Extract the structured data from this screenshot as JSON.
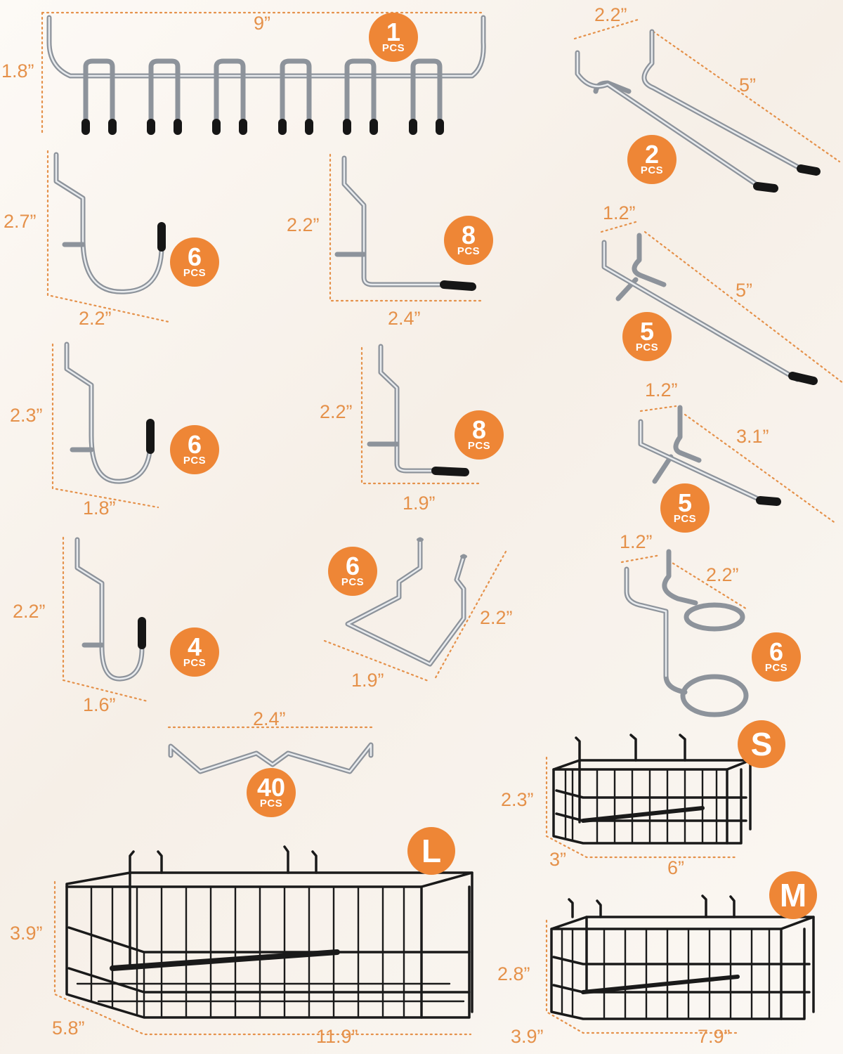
{
  "items": [
    {
      "id": "rack",
      "qty": "1",
      "unit": "PCS",
      "dims": [
        "9”",
        "1.8”"
      ]
    },
    {
      "id": "double-hook-long",
      "qty": "2",
      "unit": "PCS",
      "dims": [
        "2.2”",
        "5”"
      ]
    },
    {
      "id": "j-hook-large",
      "qty": "6",
      "unit": "PCS",
      "dims": [
        "2.7”",
        "2.2”"
      ]
    },
    {
      "id": "l-hook-large",
      "qty": "8",
      "unit": "PCS",
      "dims": [
        "2.2”",
        "2.4”"
      ]
    },
    {
      "id": "straight-hook-long",
      "qty": "5",
      "unit": "PCS",
      "dims": [
        "1.2”",
        "5”"
      ]
    },
    {
      "id": "j-hook-medium",
      "qty": "6",
      "unit": "PCS",
      "dims": [
        "2.3”",
        "1.8”"
      ]
    },
    {
      "id": "l-hook-small",
      "qty": "8",
      "unit": "PCS",
      "dims": [
        "2.2”",
        "1.9”"
      ]
    },
    {
      "id": "straight-hook-short",
      "qty": "5",
      "unit": "PCS",
      "dims": [
        "1.2”",
        "3.1”"
      ]
    },
    {
      "id": "j-hook-small",
      "qty": "4",
      "unit": "PCS",
      "dims": [
        "2.2”",
        "1.6”"
      ]
    },
    {
      "id": "u-hook",
      "qty": "6",
      "unit": "PCS",
      "dims": [
        "2.2”",
        "1.9”"
      ]
    },
    {
      "id": "ring-holder",
      "qty": "6",
      "unit": "PCS",
      "dims": [
        "1.2”",
        "2.2”"
      ]
    },
    {
      "id": "locks",
      "qty": "40",
      "unit": "PCS",
      "dims": [
        "2.4”"
      ]
    }
  ],
  "baskets": [
    {
      "id": "basket-l",
      "size": "L",
      "dims": [
        "3.9”",
        "5.8”",
        "11.9”"
      ]
    },
    {
      "id": "basket-s",
      "size": "S",
      "dims": [
        "2.3”",
        "3”",
        "6”"
      ]
    },
    {
      "id": "basket-m",
      "size": "M",
      "dims": [
        "2.8”",
        "3.9”",
        "7.9”"
      ]
    }
  ],
  "colors": {
    "accent": "#ee8636",
    "dimension": "#e5914a",
    "chrome": "#8d939b",
    "basket_wire": "#1a1a1a"
  }
}
